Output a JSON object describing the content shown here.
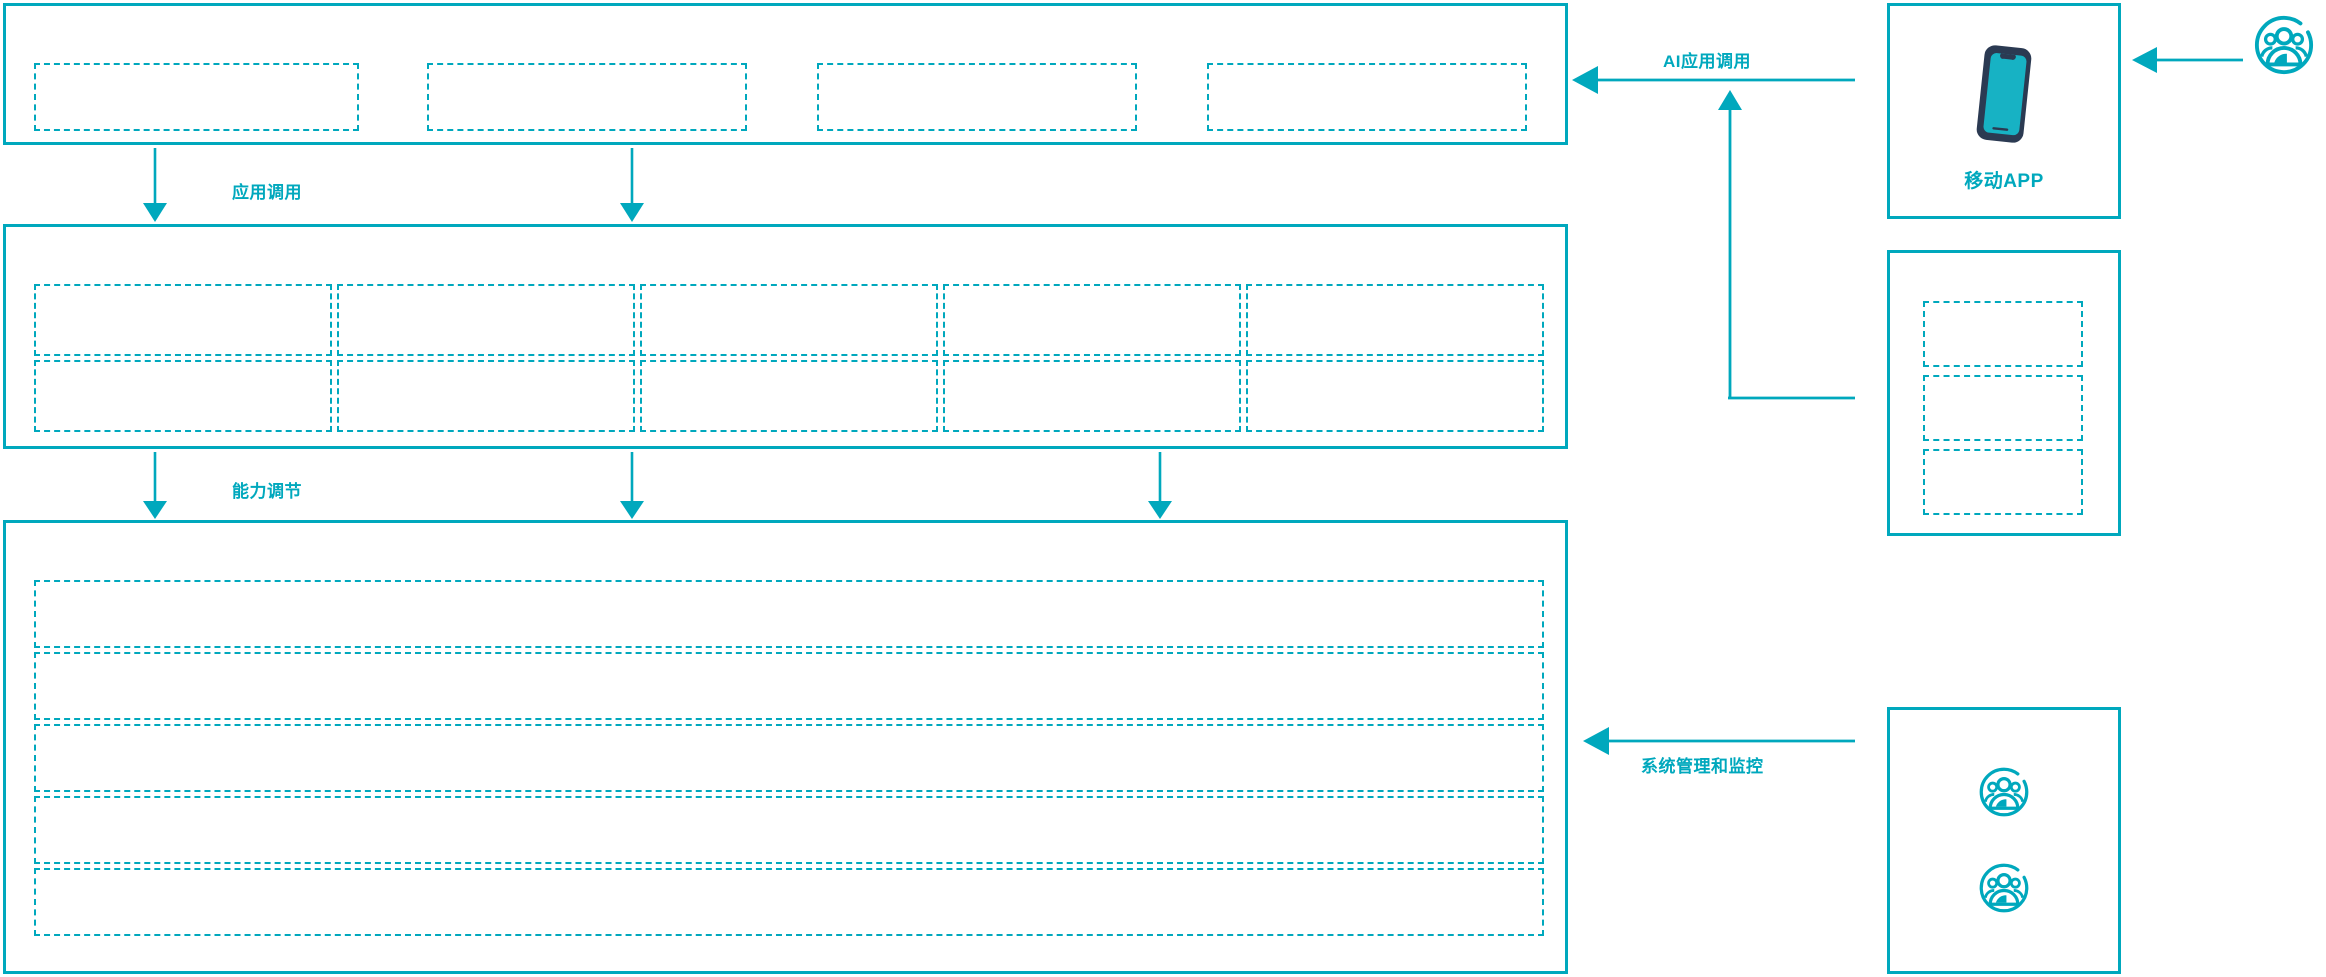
{
  "theme": {
    "accent": "#00a8bd",
    "phone_frame": "#2b3a52",
    "phone_screen": "#17b2c4",
    "background": "#ffffff"
  },
  "diagram": {
    "type": "layered-architecture",
    "layers": [
      {
        "name": "application-layer",
        "boxes": [
          {
            "label": ""
          },
          {
            "label": ""
          },
          {
            "label": ""
          },
          {
            "label": ""
          }
        ]
      },
      {
        "name": "capability-layer",
        "boxes": [
          {
            "label": ""
          },
          {
            "label": ""
          },
          {
            "label": ""
          },
          {
            "label": ""
          },
          {
            "label": ""
          },
          {
            "label": ""
          },
          {
            "label": ""
          },
          {
            "label": ""
          },
          {
            "label": ""
          },
          {
            "label": ""
          }
        ]
      },
      {
        "name": "infrastructure-layer",
        "boxes": [
          {
            "label": ""
          },
          {
            "label": ""
          },
          {
            "label": ""
          },
          {
            "label": ""
          },
          {
            "label": ""
          }
        ]
      }
    ],
    "connectors": [
      {
        "name": "app-invoke",
        "label": "应用调用",
        "direction": "down"
      },
      {
        "name": "capability-adjust",
        "label": "能力调节",
        "direction": "down"
      },
      {
        "name": "ai-app-invoke",
        "label": "AI应用调用",
        "direction": "left"
      },
      {
        "name": "system-manage-monitor",
        "label": "系统管理和监控",
        "direction": "left"
      }
    ]
  },
  "side_panels": [
    {
      "name": "mobile-app-panel",
      "label": "移动APP",
      "icon": "smartphone-icon"
    },
    {
      "name": "channel-panel",
      "label": "",
      "boxes": [
        {
          "label": ""
        },
        {
          "label": ""
        },
        {
          "label": ""
        }
      ]
    },
    {
      "name": "operations-panel",
      "label": "",
      "icons": [
        "user-group-icon",
        "user-group-icon"
      ]
    }
  ],
  "actors": [
    {
      "name": "external-user",
      "icon": "user-group-icon",
      "label": ""
    }
  ]
}
